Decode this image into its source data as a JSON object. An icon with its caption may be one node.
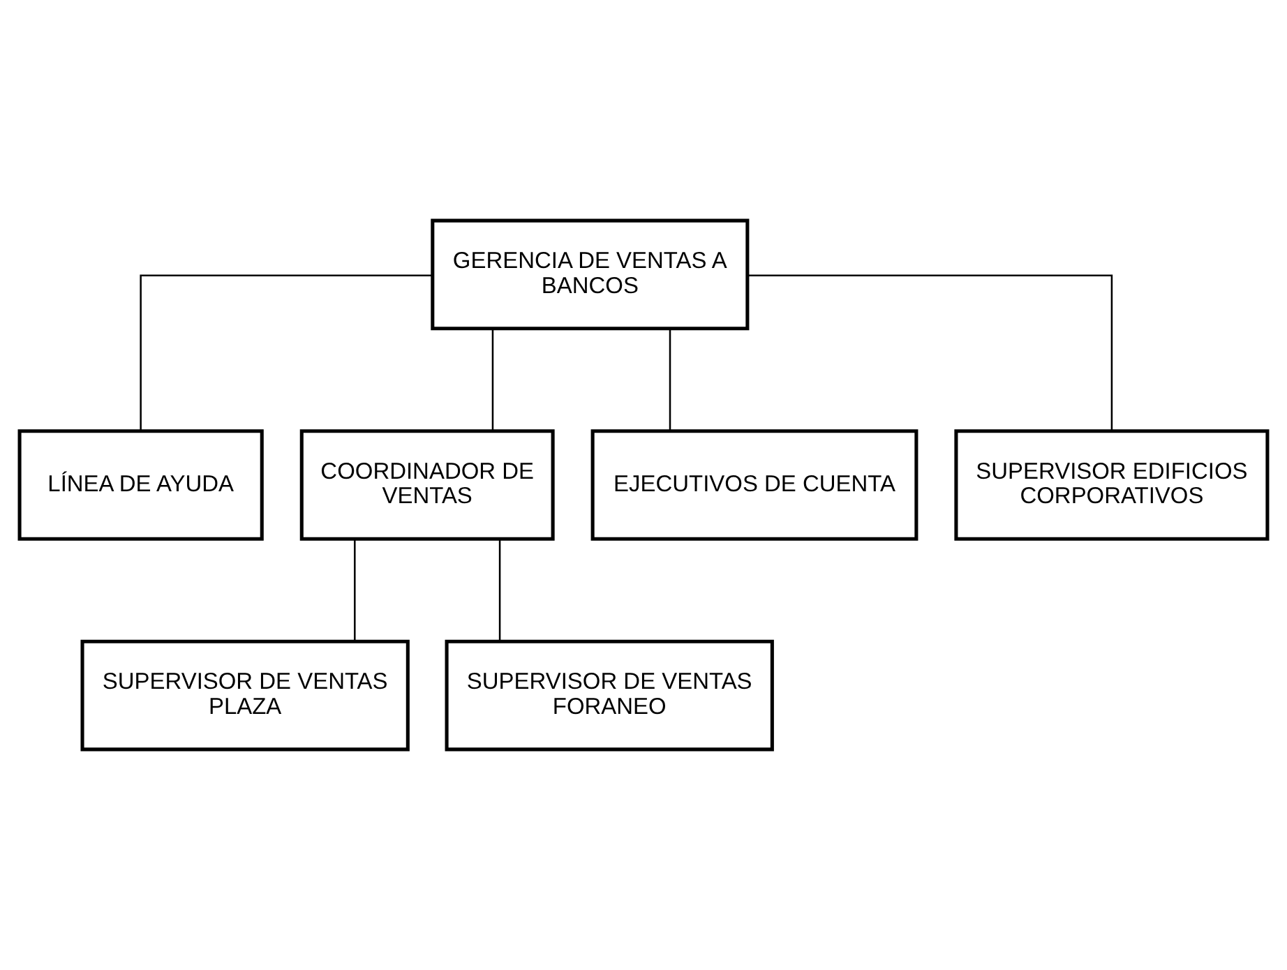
{
  "diagram": {
    "nodes": [
      {
        "text": [
          "GERENCIA DE VENTAS A BANCOS"
        ]
      },
      {
        "text": [
          "LÍNEA DE AYUDA"
        ]
      },
      {
        "text": [
          "COORDINADOR DE VENTAS"
        ]
      },
      {
        "text": [
          "EJECUTIVOS DE CUENTA"
        ]
      },
      {
        "text": [
          "SUPERVISOR EDIFICIOS CORPORATIVOS"
        ]
      },
      {
        "text": [
          "SUPERVISOR DE VENTAS PLAZA"
        ]
      },
      {
        "text": [
          "SUPERVISOR DE VENTAS FORANEO"
        ]
      }
    ],
    "edges": [
      {
        "from": 0,
        "to": 1,
        "arrow": "none"
      },
      {
        "from": 0,
        "to": 2,
        "arrow": "none"
      },
      {
        "from": 0,
        "to": 3,
        "arrow": "none"
      },
      {
        "from": 0,
        "to": 4,
        "arrow": "none"
      },
      {
        "from": 2,
        "to": 5,
        "arrow": "none"
      },
      {
        "from": 2,
        "to": 6,
        "arrow": "none"
      }
    ]
  }
}
